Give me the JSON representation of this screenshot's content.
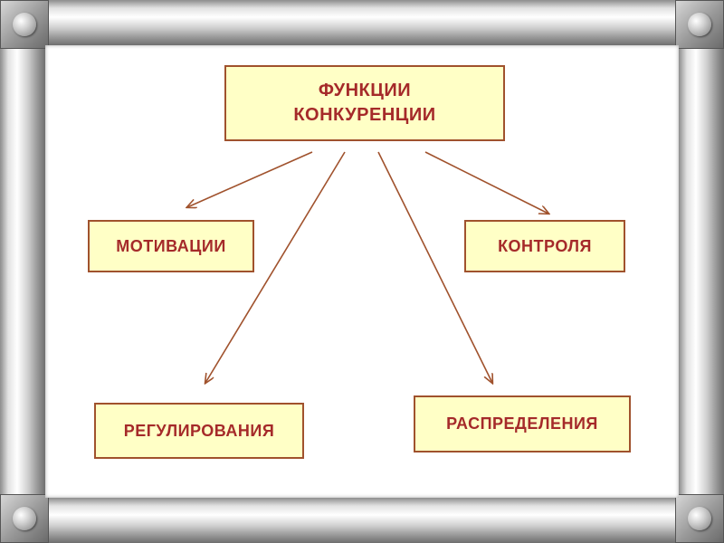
{
  "diagram": {
    "center": {
      "line1": "ФУНКЦИИ",
      "line2": "КОНКУРЕНЦИИ"
    },
    "nodes": {
      "motivation": "МОТИВАЦИИ",
      "control": "КОНТРОЛЯ",
      "regulation": "РЕГУЛИРОВАНИЯ",
      "distribution": "РАСПРЕДЕЛЕНИЯ"
    },
    "edges": [
      {
        "from": "center",
        "to": "motivation"
      },
      {
        "from": "center",
        "to": "regulation"
      },
      {
        "from": "center",
        "to": "distribution"
      },
      {
        "from": "center",
        "to": "control"
      }
    ],
    "colors": {
      "node_fill": "#ffffc6",
      "node_border": "#a0522d",
      "text": "#a52a2a",
      "arrow": "#a0522d"
    }
  }
}
